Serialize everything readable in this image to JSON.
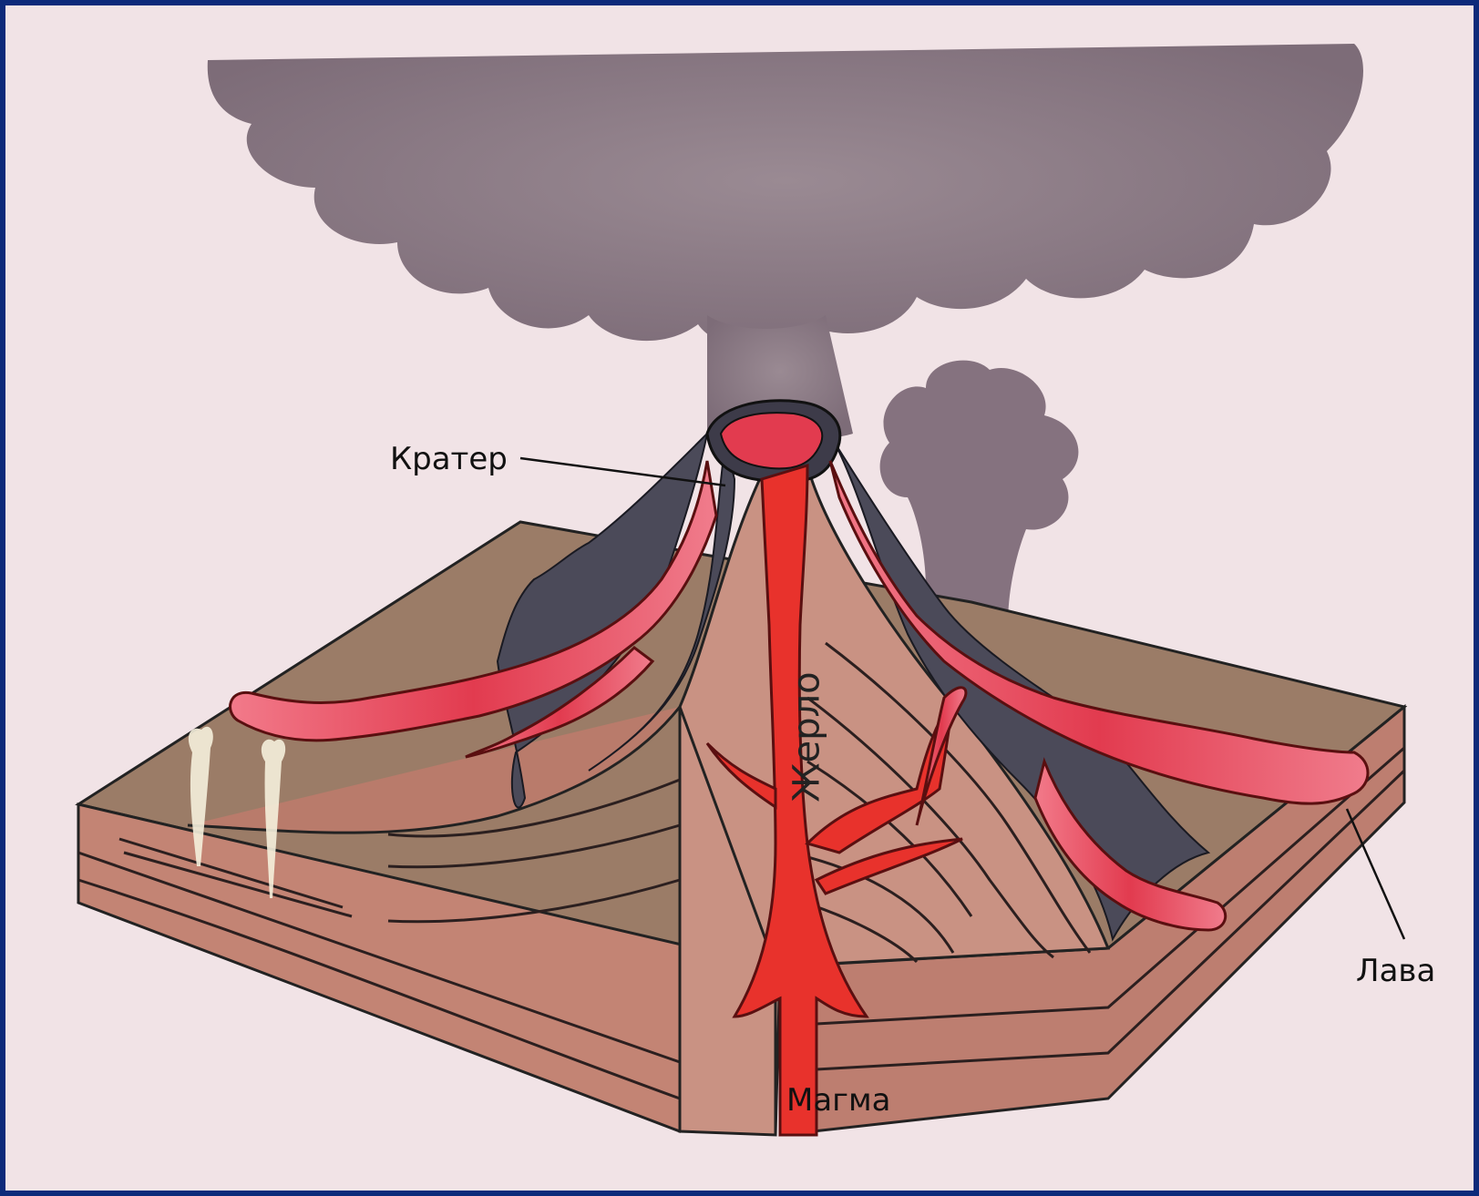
{
  "labels": {
    "crater": "Кратер",
    "vent": "Жерло",
    "magma": "Магма",
    "lava": "Лава"
  },
  "colors": {
    "frame": "#0d2a7a",
    "paper": "#f1e3e6",
    "ash_cloud": "#8c7c86",
    "cone_dark": "#4b4a59",
    "ground_top": "#9b7c67",
    "block_side": "#bf8273",
    "lava_red": "#e23b4f",
    "magma_red": "#e8322c"
  }
}
